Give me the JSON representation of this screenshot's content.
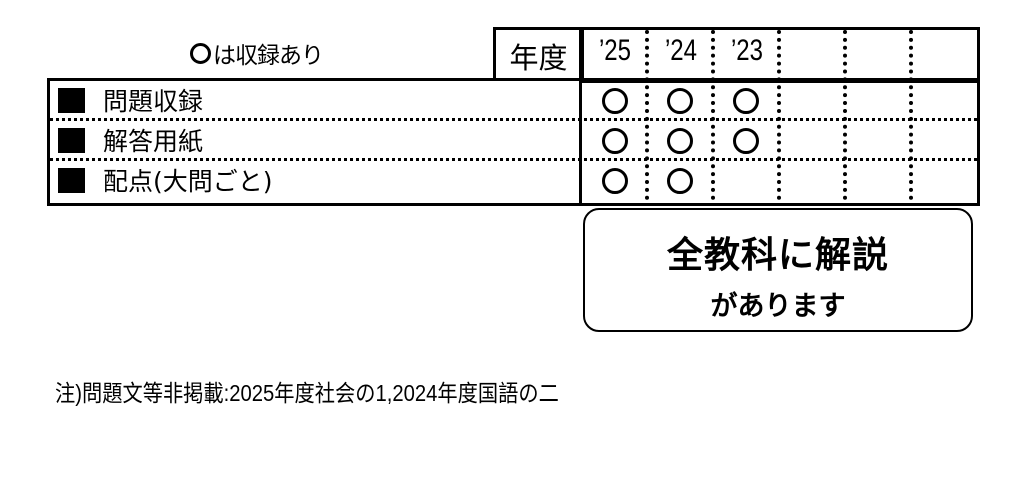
{
  "legend": {
    "mark": "○",
    "text": "は収録あり"
  },
  "table": {
    "year_header": "年度",
    "years": [
      "’25",
      "’24",
      "’23",
      "",
      "",
      ""
    ],
    "rows": [
      {
        "label": "問題収録",
        "marks": [
          true,
          true,
          true,
          false,
          false,
          false
        ]
      },
      {
        "label": "解答用紙",
        "marks": [
          true,
          true,
          true,
          false,
          false,
          false
        ]
      },
      {
        "label": "配点(大問ごと)",
        "marks": [
          true,
          true,
          false,
          false,
          false,
          false
        ]
      }
    ]
  },
  "callout": {
    "line1": "全教科に解説",
    "line2": "があります"
  },
  "note": "注)問題文等非掲載:2025年度社会の1,2024年度国語の二",
  "colors": {
    "ink": "#000000",
    "background": "#ffffff"
  }
}
